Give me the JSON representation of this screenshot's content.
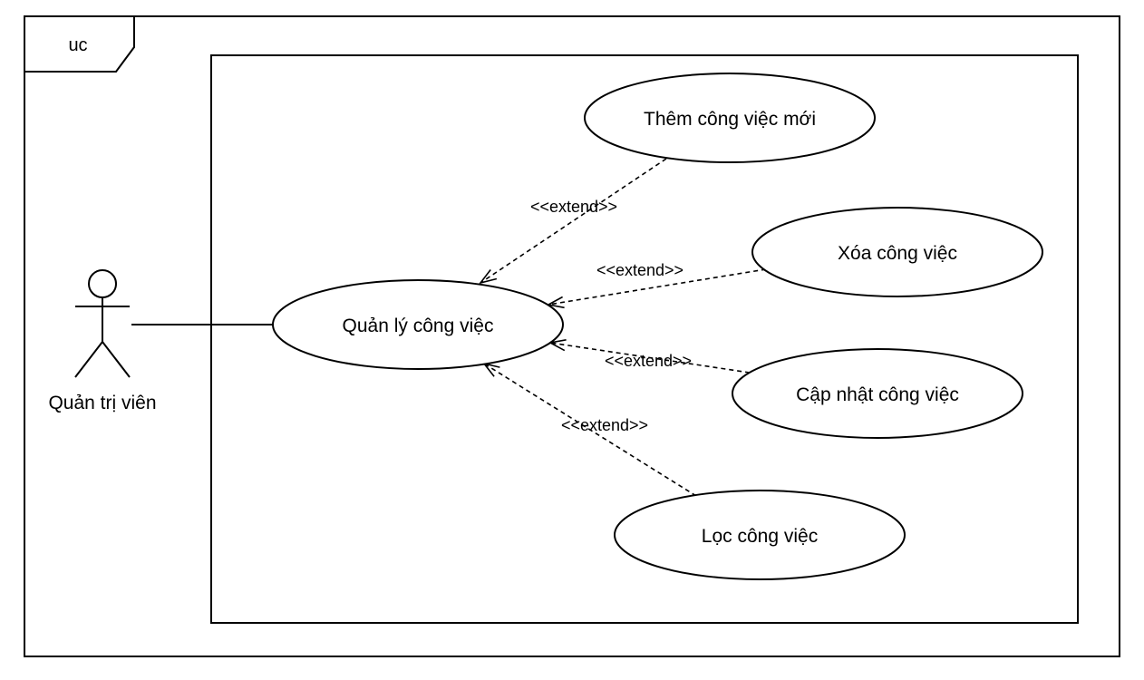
{
  "diagram": {
    "frame_label": "uc",
    "actor": {
      "label": "Quản trị viên"
    },
    "main_usecase": {
      "label": "Quản lý công việc"
    },
    "usecases": [
      {
        "id": "add",
        "label": "Thêm công việc mới"
      },
      {
        "id": "delete",
        "label": "Xóa công việc"
      },
      {
        "id": "update",
        "label": "Cập nhật công việc"
      },
      {
        "id": "filter",
        "label": "Lọc công việc"
      }
    ],
    "relations": [
      {
        "from": "add",
        "to": "main",
        "stereotype": "<<extend>>"
      },
      {
        "from": "delete",
        "to": "main",
        "stereotype": "<<extend>>"
      },
      {
        "from": "update",
        "to": "main",
        "stereotype": "<<extend>>"
      },
      {
        "from": "filter",
        "to": "main",
        "stereotype": "<<extend>>"
      }
    ]
  }
}
